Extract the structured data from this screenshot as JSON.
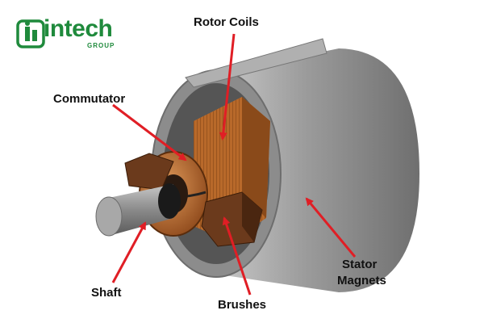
{
  "logo": {
    "word": "intech",
    "sub": "GROUP",
    "color": "#1f8a3c"
  },
  "labels": {
    "rotor_coils": "Rotor Coils",
    "commutator": "Commutator",
    "shaft": "Shaft",
    "brushes": "Brushes",
    "stator_line1": "Stator",
    "stator_line2": "Magnets"
  },
  "colors": {
    "arrow": "#e01e25",
    "housing": "#9a9a9a",
    "copper": "#b8692a",
    "brush": "#6b3a1c",
    "shaft": "#8e8e8e"
  }
}
